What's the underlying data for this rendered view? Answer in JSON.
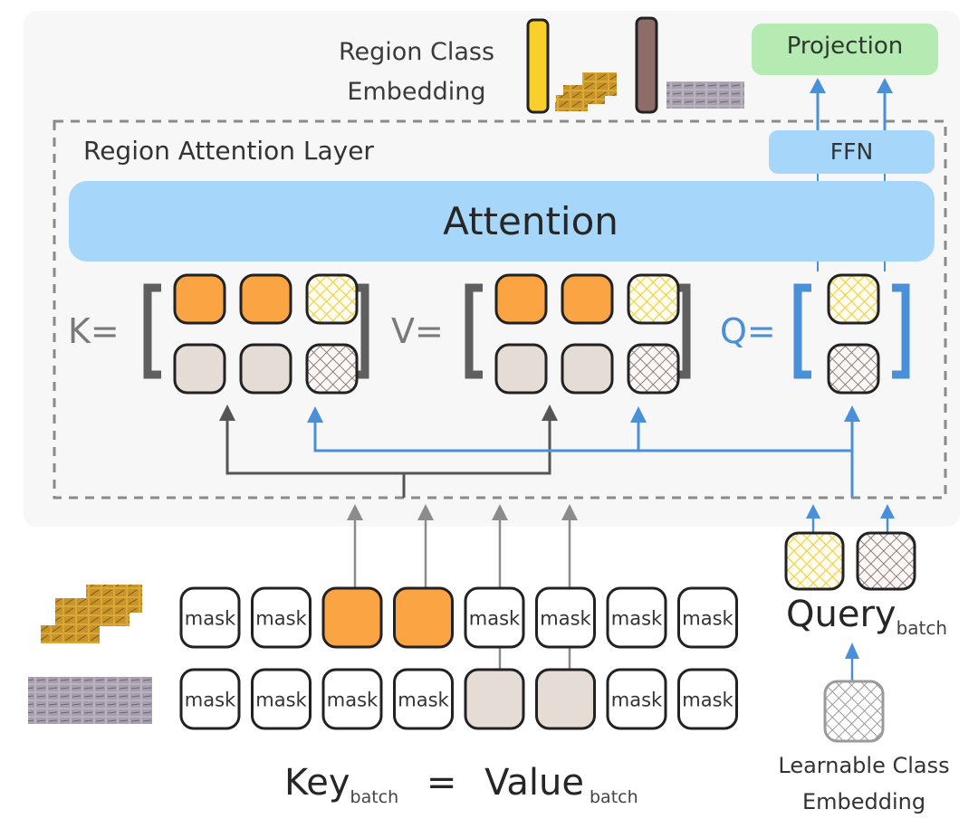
{
  "title": "Region Attention Layer diagram",
  "colors": {
    "panel_bg": "#f7f7f7",
    "attention_blue": "#a6d6fa",
    "projection_green": "#b5eab3",
    "orange": "#fba444",
    "beige": "#e5dcd6",
    "yellow_hatch": "#f4d23c",
    "brown_hatch": "#8b6f6a",
    "gray_hatch": "#9a9a9a",
    "query_blue": "#4a90d9",
    "gray_arrow": "#8c8c8c",
    "dark_arrow": "#555555",
    "yellow_bar": "#f9d02a",
    "brown_bar": "#8e6c67"
  },
  "top": {
    "region_class_embedding": [
      "Region Class",
      "Embedding"
    ],
    "projection_label": "Projection"
  },
  "layer": {
    "title": "Region Attention Layer",
    "ffn_label": "FFN",
    "attention_label": "Attention"
  },
  "matrices": {
    "k_label": "K=",
    "v_label": "V=",
    "q_label": "Q=",
    "k_cells": [
      [
        "orange",
        "orange",
        "yellow-hatch"
      ],
      [
        "beige",
        "beige",
        "brown-hatch"
      ]
    ],
    "v_cells": [
      [
        "orange",
        "orange",
        "yellow-hatch"
      ],
      [
        "beige",
        "beige",
        "brown-hatch"
      ]
    ],
    "q_cells": [
      [
        "yellow-hatch"
      ],
      [
        "brown-hatch"
      ]
    ]
  },
  "batch": {
    "row1": [
      "mask",
      "mask",
      "orange",
      "orange",
      "mask",
      "mask",
      "mask",
      "mask"
    ],
    "row2": [
      "mask",
      "mask",
      "mask",
      "mask",
      "beige",
      "beige",
      "mask",
      "mask"
    ],
    "mask_label": "mask"
  },
  "query": {
    "label": "Query",
    "subscript": "batch",
    "cells": [
      "yellow-hatch",
      "brown-hatch"
    ]
  },
  "learnable": {
    "label_line1": "Learnable Class",
    "label_line2": "Embedding"
  },
  "equation": {
    "key": "Key",
    "key_sub": "batch",
    "equals": "=",
    "value": "Value",
    "value_sub": "batch"
  }
}
